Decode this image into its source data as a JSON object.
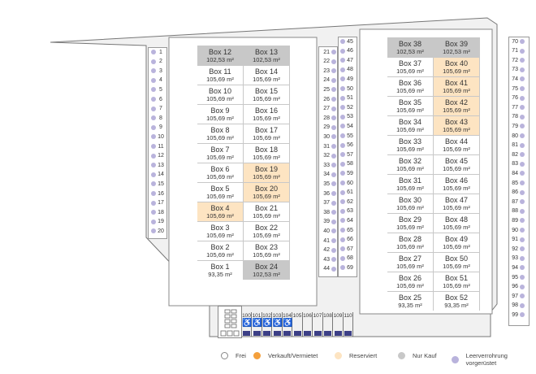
{
  "colors": {
    "frei": "#ffffff",
    "verkauft": "#f4a03c",
    "reserviert": "#fde4c2",
    "nur_kauf": "#c8c8c8",
    "leerverrohrung": "#b9b3dc",
    "park_bar": "#3c3f86"
  },
  "building_a": {
    "left": [
      {
        "name": "Box 12",
        "area": "102,53 m²",
        "status": "nur_kauf"
      },
      {
        "name": "Box 11",
        "area": "105,69 m²",
        "status": "frei"
      },
      {
        "name": "Box 10",
        "area": "105,69 m²",
        "status": "frei"
      },
      {
        "name": "Box 9",
        "area": "105,69 m²",
        "status": "frei"
      },
      {
        "name": "Box 8",
        "area": "105,69 m²",
        "status": "frei"
      },
      {
        "name": "Box 7",
        "area": "105,69 m²",
        "status": "frei"
      },
      {
        "name": "Box 6",
        "area": "105,69 m²",
        "status": "frei"
      },
      {
        "name": "Box 5",
        "area": "105,69 m²",
        "status": "frei"
      },
      {
        "name": "Box 4",
        "area": "105,69 m²",
        "status": "reserviert"
      },
      {
        "name": "Box 3",
        "area": "105,69 m²",
        "status": "frei"
      },
      {
        "name": "Box 2",
        "area": "105,69 m²",
        "status": "frei"
      },
      {
        "name": "Box 1",
        "area": "93,35 m²",
        "status": "frei"
      }
    ],
    "right": [
      {
        "name": "Box 13",
        "area": "102,53 m²",
        "status": "nur_kauf"
      },
      {
        "name": "Box 14",
        "area": "105,69 m²",
        "status": "frei"
      },
      {
        "name": "Box 15",
        "area": "105,69 m²",
        "status": "frei"
      },
      {
        "name": "Box 16",
        "area": "105,69 m²",
        "status": "frei"
      },
      {
        "name": "Box 17",
        "area": "105,69 m²",
        "status": "frei"
      },
      {
        "name": "Box 18",
        "area": "105,69 m²",
        "status": "frei"
      },
      {
        "name": "Box 19",
        "area": "105,69 m²",
        "status": "reserviert"
      },
      {
        "name": "Box 20",
        "area": "105,69 m²",
        "status": "reserviert"
      },
      {
        "name": "Box 21",
        "area": "105,69 m²",
        "status": "frei"
      },
      {
        "name": "Box 22",
        "area": "105,69 m²",
        "status": "frei"
      },
      {
        "name": "Box 23",
        "area": "105,69 m²",
        "status": "frei"
      },
      {
        "name": "Box 24",
        "area": "102,53 m²",
        "status": "nur_kauf"
      }
    ]
  },
  "building_b": {
    "left": [
      {
        "name": "Box 38",
        "area": "102,53 m²",
        "status": "nur_kauf"
      },
      {
        "name": "Box 37",
        "area": "105,69 m²",
        "status": "frei"
      },
      {
        "name": "Box 36",
        "area": "105,69 m²",
        "status": "frei"
      },
      {
        "name": "Box 35",
        "area": "105,69 m²",
        "status": "frei"
      },
      {
        "name": "Box 34",
        "area": "105,69 m²",
        "status": "frei"
      },
      {
        "name": "Box 33",
        "area": "105,69 m²",
        "status": "frei"
      },
      {
        "name": "Box 32",
        "area": "105,69 m²",
        "status": "frei"
      },
      {
        "name": "Box 31",
        "area": "105,69 m²",
        "status": "frei"
      },
      {
        "name": "Box 30",
        "area": "105,69 m²",
        "status": "frei"
      },
      {
        "name": "Box 29",
        "area": "105,69 m²",
        "status": "frei"
      },
      {
        "name": "Box 28",
        "area": "105,69 m²",
        "status": "frei"
      },
      {
        "name": "Box 27",
        "area": "105,69 m²",
        "status": "frei"
      },
      {
        "name": "Box 26",
        "area": "105,69 m²",
        "status": "frei"
      },
      {
        "name": "Box 25",
        "area": "93,35 m²",
        "status": "frei"
      }
    ],
    "right": [
      {
        "name": "Box 39",
        "area": "102,53 m²",
        "status": "nur_kauf"
      },
      {
        "name": "Box 40",
        "area": "105,69 m²",
        "status": "reserviert"
      },
      {
        "name": "Box 41",
        "area": "105,69 m²",
        "status": "reserviert"
      },
      {
        "name": "Box 42",
        "area": "105,69 m²",
        "status": "reserviert"
      },
      {
        "name": "Box 43",
        "area": "105,69 m²",
        "status": "reserviert"
      },
      {
        "name": "Box 44",
        "area": "105,69 m²",
        "status": "frei"
      },
      {
        "name": "Box 45",
        "area": "105,69 m²",
        "status": "frei"
      },
      {
        "name": "Box 46",
        "area": "105,69 m²",
        "status": "frei"
      },
      {
        "name": "Box 47",
        "area": "105,69 m²",
        "status": "frei"
      },
      {
        "name": "Box 48",
        "area": "105,69 m²",
        "status": "frei"
      },
      {
        "name": "Box 49",
        "area": "105,69 m²",
        "status": "frei"
      },
      {
        "name": "Box 50",
        "area": "105,69 m²",
        "status": "frei"
      },
      {
        "name": "Box 51",
        "area": "105,69 m²",
        "status": "frei"
      },
      {
        "name": "Box 52",
        "area": "93,35 m²",
        "status": "frei"
      }
    ]
  },
  "lots": {
    "col_a": [
      "1",
      "2",
      "3",
      "4",
      "5",
      "6",
      "7",
      "8",
      "9",
      "10",
      "11",
      "12",
      "13",
      "14",
      "15",
      "16",
      "17",
      "18",
      "19",
      "20"
    ],
    "col_b": [
      "21",
      "22",
      "23",
      "24",
      "25",
      "26",
      "27",
      "28",
      "29",
      "30",
      "31",
      "32",
      "33",
      "34",
      "35",
      "36",
      "37",
      "38",
      "39",
      "40",
      "41",
      "42",
      "43",
      "44"
    ],
    "col_c": [
      "45",
      "46",
      "47",
      "48",
      "49",
      "50",
      "51",
      "52",
      "53",
      "54",
      "55",
      "56",
      "57",
      "58",
      "59",
      "60",
      "61",
      "62",
      "63",
      "64",
      "65",
      "66",
      "67",
      "68",
      "69"
    ],
    "col_d": [
      "70",
      "71",
      "72",
      "73",
      "74",
      "75",
      "76",
      "77",
      "78",
      "79",
      "80",
      "81",
      "82",
      "83",
      "84",
      "85",
      "86",
      "87",
      "88",
      "89",
      "90",
      "91",
      "92",
      "93",
      "94",
      "95",
      "96",
      "97",
      "98",
      "99"
    ]
  },
  "parking": [
    {
      "num": "100",
      "icon": "♿"
    },
    {
      "num": "101",
      "icon": "♿"
    },
    {
      "num": "102",
      "icon": "♿"
    },
    {
      "num": "103",
      "icon": "♿"
    },
    {
      "num": "104",
      "icon": "♿"
    },
    {
      "num": "105",
      "icon": ""
    },
    {
      "num": "106",
      "icon": ""
    },
    {
      "num": "107",
      "icon": ""
    },
    {
      "num": "108",
      "icon": ""
    },
    {
      "num": "109",
      "icon": ""
    },
    {
      "num": "110",
      "icon": ""
    }
  ],
  "legend": [
    {
      "label": "Frei",
      "color": "#ffffff",
      "border": "#888888"
    },
    {
      "label": "Verkauft/Vermietet",
      "color": "#f4a03c",
      "border": "#f4a03c"
    },
    {
      "label": "Reserviert",
      "color": "#fde4c2",
      "border": "#fde4c2"
    },
    {
      "label": "Nur Kauf",
      "color": "#c8c8c8",
      "border": "#c8c8c8"
    },
    {
      "label": "Leerverrohrung vorgerüstet",
      "color": "#b9b3dc",
      "border": "#b9b3dc"
    }
  ]
}
